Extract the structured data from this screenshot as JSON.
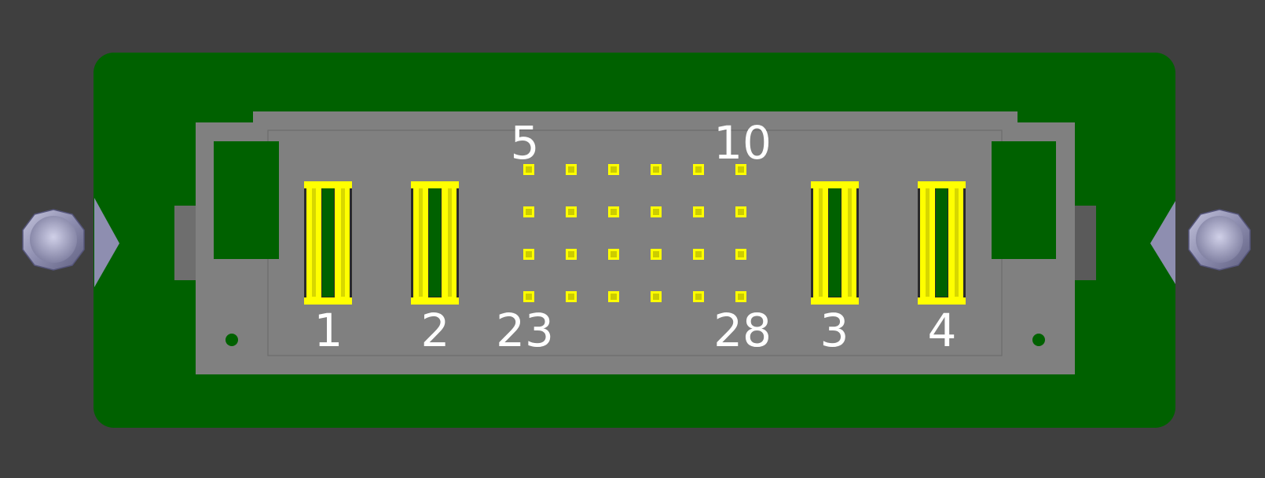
{
  "colors": {
    "background": "#3f3f3f",
    "pcb": "#006100",
    "housing": "#808080",
    "pin": "#ffff00",
    "screw": "#8e8eb0"
  },
  "contacts": {
    "power": [
      "1",
      "2",
      "3",
      "4"
    ],
    "signal_grid": {
      "rows": 4,
      "columns": 6
    }
  },
  "labels": {
    "top_left": "5",
    "top_right": "10",
    "bottom_left": "23",
    "bottom_right": "28",
    "power_1": "1",
    "power_2": "2",
    "power_3": "3",
    "power_4": "4"
  }
}
